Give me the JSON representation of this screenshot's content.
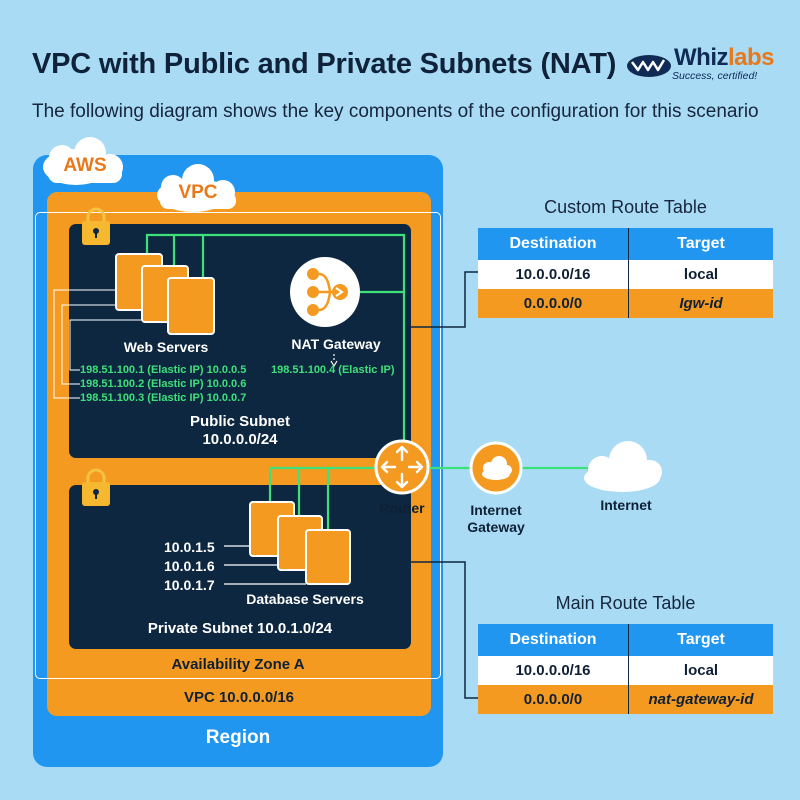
{
  "header": {
    "title": "VPC with Public and Private Subnets (NAT)",
    "subtitle": "The following diagram shows the key components of the configuration for this scenario"
  },
  "logo": {
    "brand_main": "Whiz",
    "brand_accent": "labs",
    "tagline": "Success, certified!"
  },
  "diagram": {
    "aws_label": "AWS",
    "vpc_label": "VPC",
    "region_label": "Region",
    "vpc_cidr_label": "VPC 10.0.0.0/16",
    "az_label": "Availability Zone A",
    "public_subnet": {
      "name": "Public Subnet",
      "cidr": "10.0.0.0/24",
      "web_servers_label": "Web Servers",
      "nat_gateway_label": "NAT Gateway",
      "nat_ip": "198.51.100.4 (Elastic IP)",
      "server_ips": [
        "198.51.100.1 (Elastic IP) 10.0.0.5",
        "198.51.100.2 (Elastic IP) 10.0.0.6",
        "198.51.100.3 (Elastic IP) 10.0.0.7"
      ]
    },
    "private_subnet": {
      "name": "Private Subnet 10.0.1.0/24",
      "db_servers_label": "Database Servers",
      "db_ips": [
        "10.0.1.5",
        "10.0.1.6",
        "10.0.1.7"
      ]
    },
    "router_label": "Router",
    "internet_gateway_label": [
      "Internet",
      "Gateway"
    ],
    "internet_label": "Internet"
  },
  "custom_route_table": {
    "title": "Custom Route Table",
    "headers": [
      "Destination",
      "Target"
    ],
    "rows": [
      [
        "10.0.0.0/16",
        "local"
      ],
      [
        "0.0.0.0/0",
        "Igw-id"
      ]
    ]
  },
  "main_route_table": {
    "title": "Main Route Table",
    "headers": [
      "Destination",
      "Target"
    ],
    "rows": [
      [
        "10.0.0.0/16",
        "local"
      ],
      [
        "0.0.0.0/0",
        "nat-gateway-id"
      ]
    ]
  },
  "colors": {
    "background": "#a9dbf5",
    "aws_blue": "#2196f0",
    "vpc_orange": "#f49a21",
    "subnet_navy": "#0d2740",
    "route_green": "#3ee07a",
    "accent_orange": "#e8791b"
  }
}
